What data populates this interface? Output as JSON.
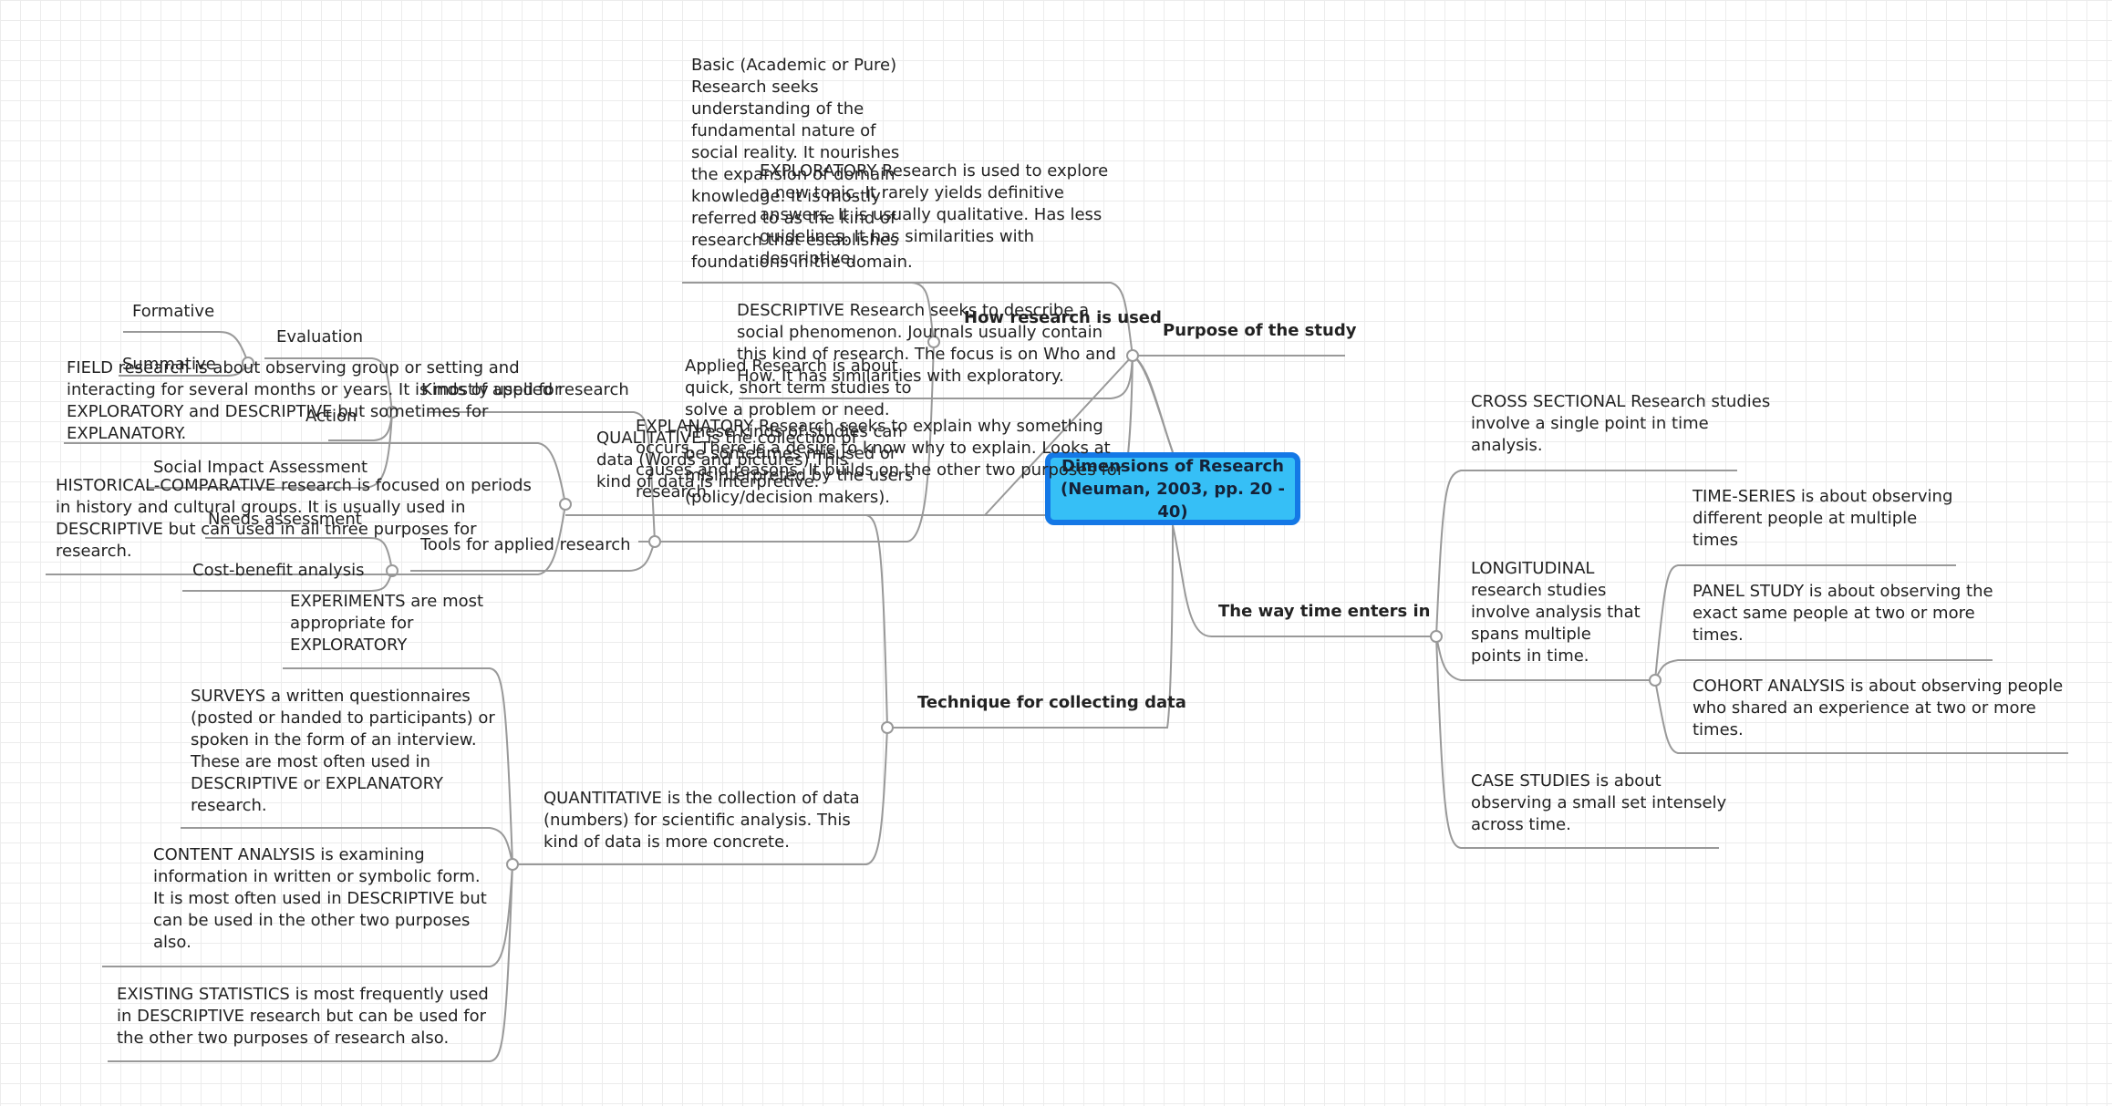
{
  "center": "Dimensions of Research\n(Neuman, 2003, pp. 20 - 40)",
  "branches": {
    "purpose": "Purpose of the study",
    "how_used": "How research is used",
    "time": "The way time enters in",
    "technique": "Technique for collecting data"
  },
  "purpose": {
    "exploratory": "EXPLORATORY Research is used to explore\na new topic.  It rarely yields definitive\nanswers.  It is usually qualitative.  Has less\nguidelines.  It has similarities with\ndescriptive.",
    "descriptive": "DESCRIPTIVE Research seeks to describe a\nsocial phenomenon.  Journals usually contain\nthis kind of research.  The focus is on Who and\nHow.  It has similarities with exploratory.",
    "explanatory": "EXPLANATORY Research seeks to explain why something\noccurs.  There is a desire to know why to explain.  Looks at\ncauses and reasons.  It builds on the other two purposes for\nresearch."
  },
  "how_used": {
    "basic": "Basic (Academic or Pure)\nResearch seeks\nunderstanding of the\nfundamental nature of\nsocial reality.  It nourishes\nthe expansion of domain\nknowledge.  It is mostly\nreferred to as the kind of\nresearch that establishes\nfoundations in the domain.",
    "applied": "Applied Research is about\nquick, short term studies to\nsolve a problem or need.\nThese kinds of studies can\nbe sometimes misused or\nmisinterpreted by the users\n(policy/decision makers).",
    "kinds": "Kinds of applied research",
    "evaluation": "Evaluation",
    "formative": "Formative",
    "summative": "Summative",
    "action": "Action",
    "social_impact": "Social Impact Assessment",
    "tools": "Tools for applied research",
    "needs": "Needs assessment",
    "cost_benefit": "Cost-benefit analysis"
  },
  "time": {
    "cross_sectional": "CROSS SECTIONAL Research studies\ninvolve a single point in time\nanalysis.",
    "longitudinal": "LONGITUDINAL\nresearch studies\ninvolve analysis that\nspans multiple\npoints in time.",
    "time_series": "TIME-SERIES is about observing\ndifferent people at multiple\ntimes",
    "panel": "PANEL STUDY is about observing the\nexact same people at two or more\ntimes.",
    "cohort": "COHORT ANALYSIS is about observing people\nwho shared an experience at two or more\ntimes.",
    "case_studies": "CASE STUDIES is about\nobserving a small set intensely\nacross time."
  },
  "technique": {
    "qualitative": "QUALITATIVE is the collection of\ndata (Words and pictures) This\nkind of data is interpretive.",
    "field": "FIELD research is about observing group or setting and\ninteracting for several months or years.  It is mostly used for\nEXPLORATORY and DESCRIPTIVE but sometimes for\nEXPLANATORY.",
    "historical": "HISTORICAL-COMPARATIVE research  is focused on periods\nin history and cultural groups.  It is usually used in\nDESCRIPTIVE but can used in all three purposes for\nresearch.",
    "quantitative": "QUANTITATIVE is the collection of data\n(numbers) for scientific analysis.  This\nkind of data is more concrete.",
    "experiments": "EXPERIMENTS are most\nappropriate for\nEXPLORATORY",
    "surveys": "SURVEYS a written questionnaires\n(posted or handed to participants) or\nspoken in the form of an interview.\n These are most often used in\nDESCRIPTIVE or EXPLANATORY\nresearch.",
    "content": "CONTENT ANALYSIS is examining\ninformation in written or symbolic form.\n It is most often used in DESCRIPTIVE but\ncan be used in the other two purposes\nalso.",
    "existing": "EXISTING STATISTICS is most frequently used\nin DESCRIPTIVE research but can be used for\nthe other two purposes of research also."
  }
}
